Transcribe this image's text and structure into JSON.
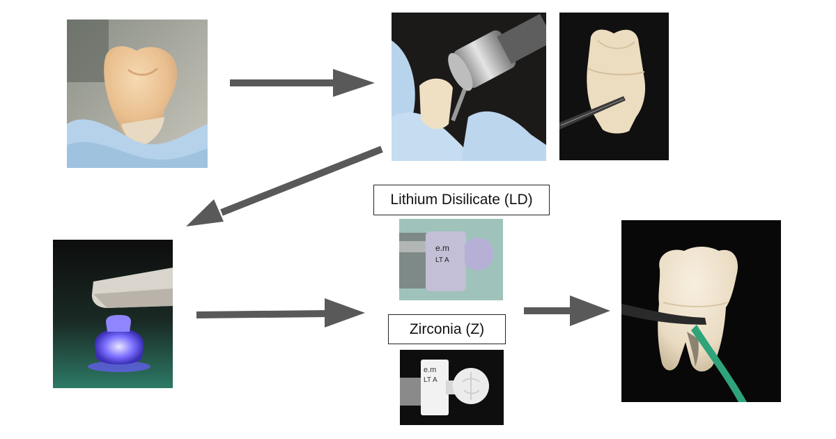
{
  "labels": {
    "lithium_disilicate": "Lithium Disilicate (LD)",
    "zirconia": "Zirconia (Z)"
  },
  "photo_text": {
    "block_mark": "e.m",
    "block_shade": "LT A"
  },
  "colors": {
    "arrow": "#595959",
    "glove": "#b7d3ea",
    "tooth": "#efe3cc",
    "background_dark": "#111111",
    "uv_light": "#6a5cff",
    "lab_green": "#9fc3ba",
    "tube_green": "#2fa37a"
  }
}
